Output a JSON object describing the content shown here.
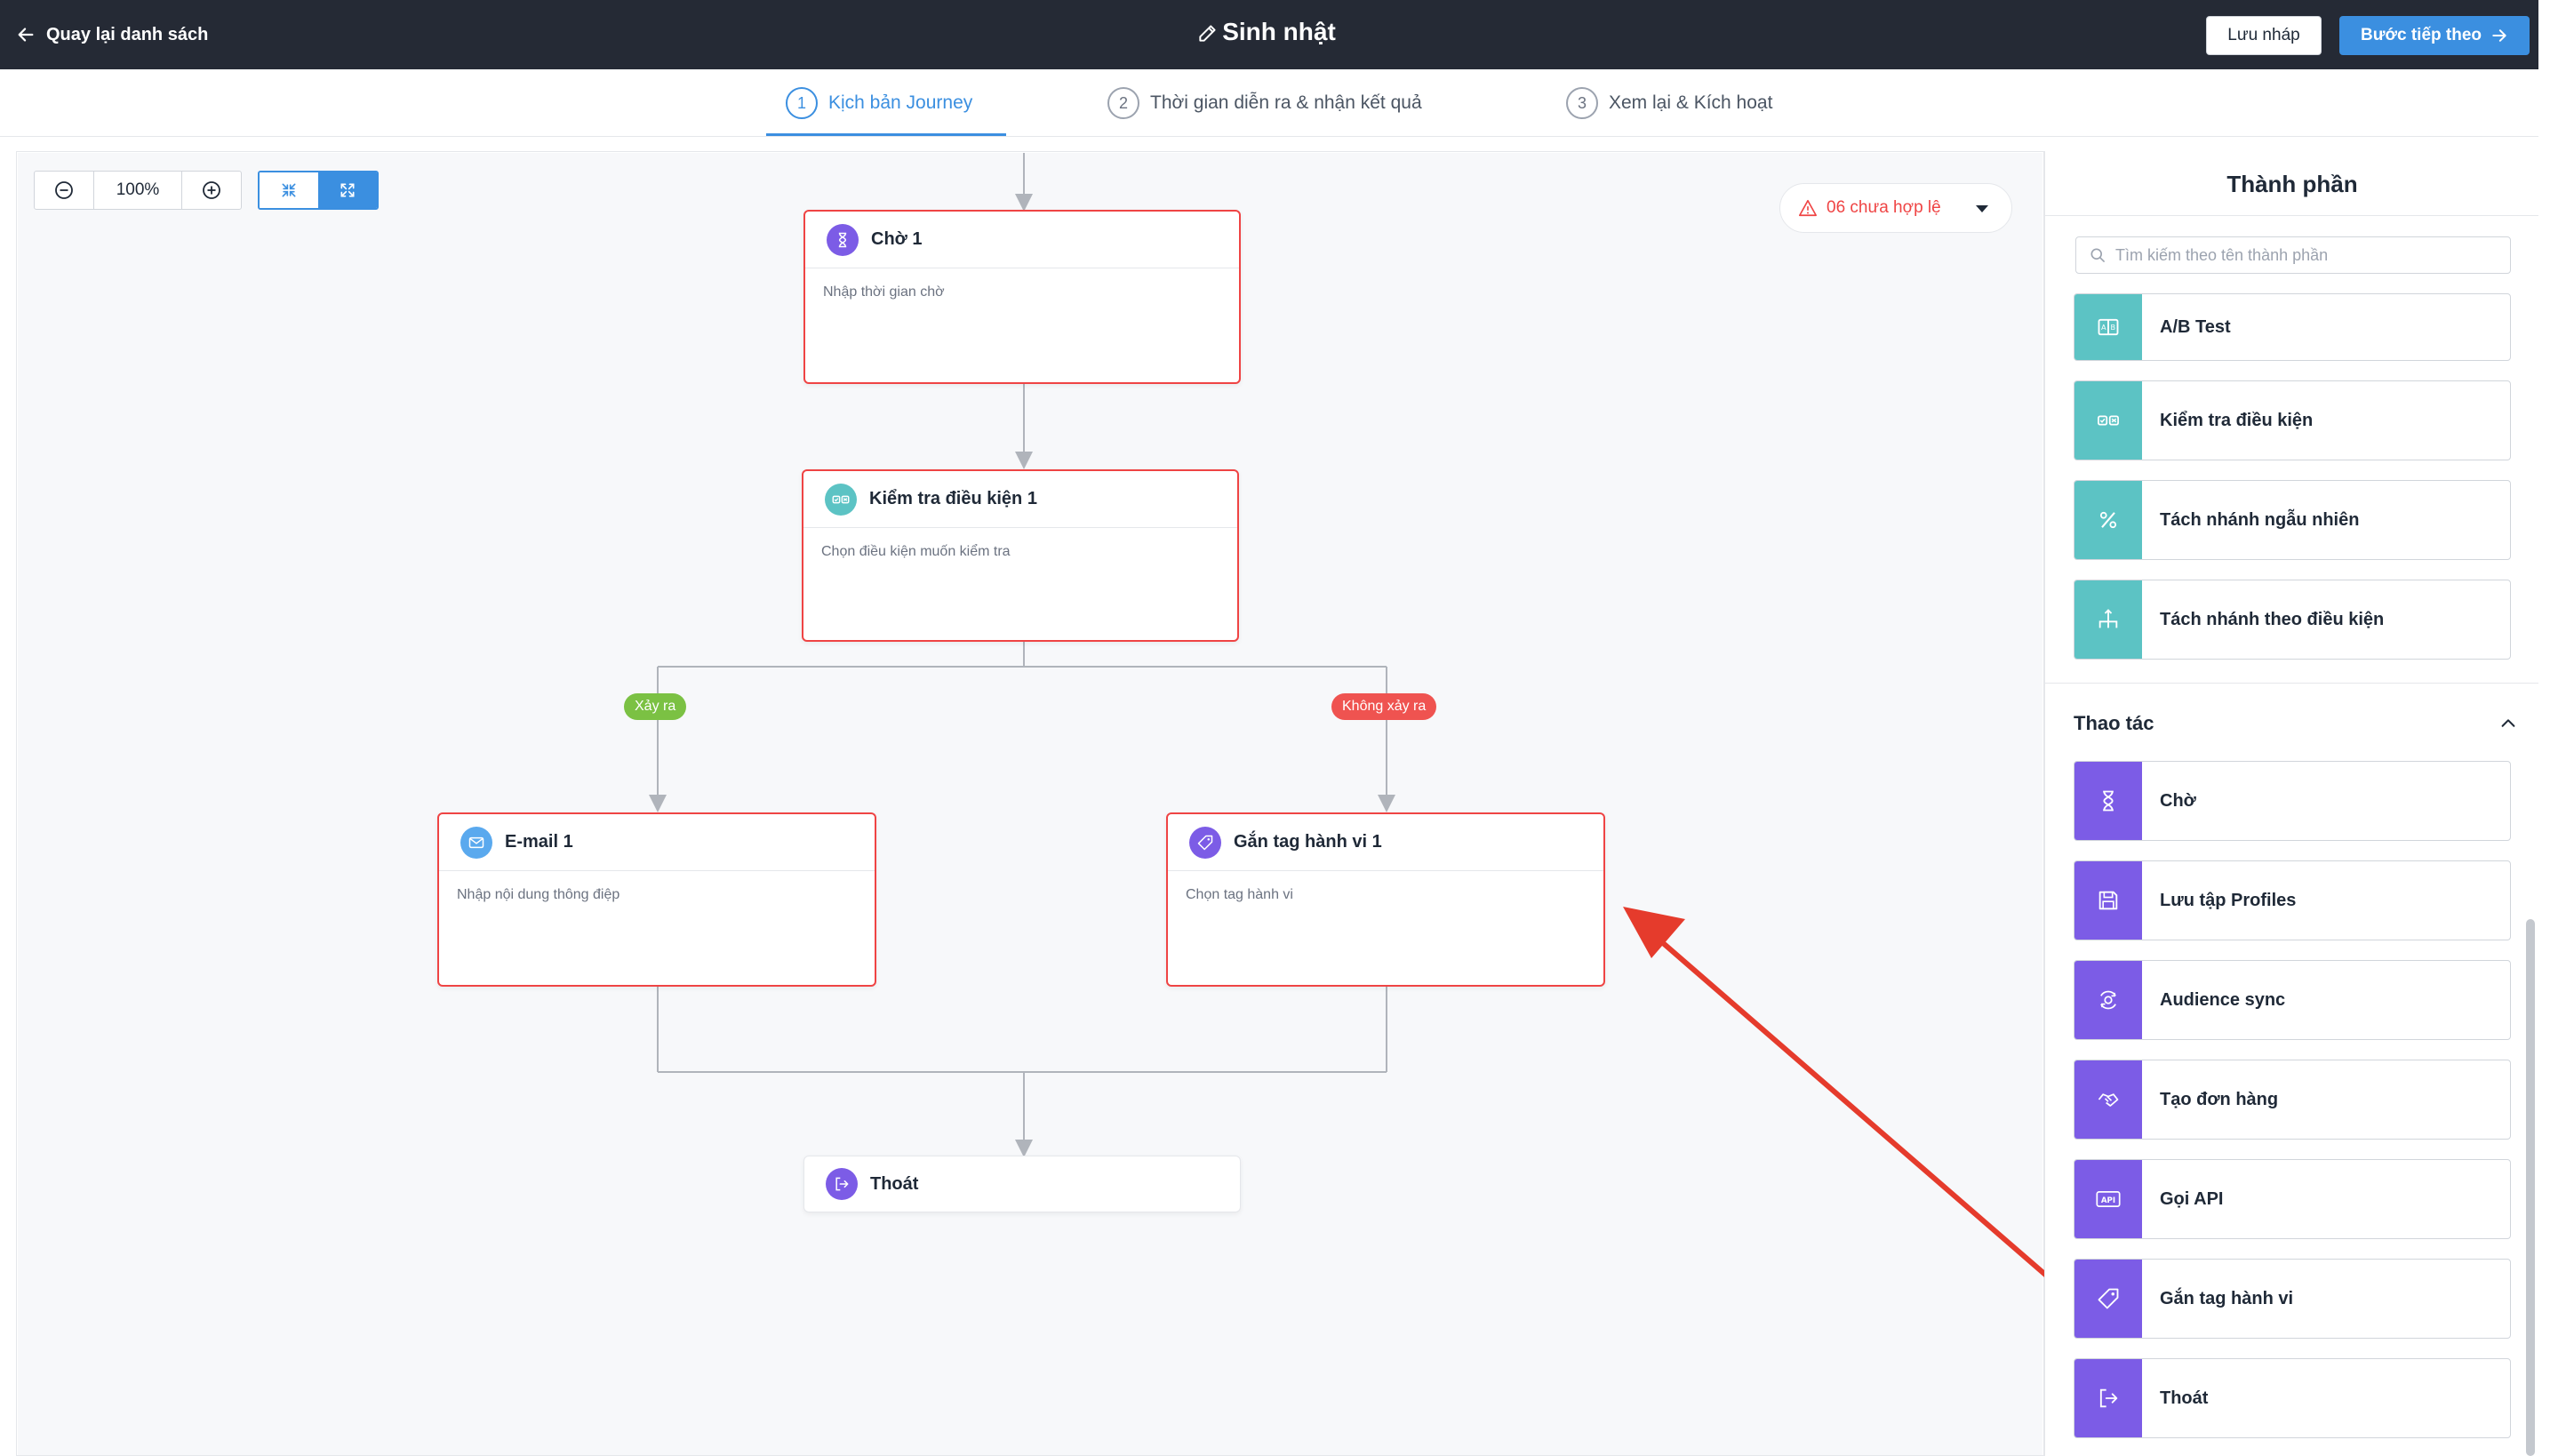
{
  "topbar": {
    "back_label": "Quay lại danh sách",
    "title": "Sinh nhật",
    "draft_label": "Lưu nháp",
    "next_label": "Bước tiếp theo"
  },
  "steps": [
    {
      "num": "1",
      "label": "Kịch bản Journey",
      "active": true
    },
    {
      "num": "2",
      "label": "Thời gian diễn ra & nhận kết quả",
      "active": false
    },
    {
      "num": "3",
      "label": "Xem lại & Kích hoạt",
      "active": false
    }
  ],
  "canvas": {
    "zoom": "100%",
    "invalid_label": "06 chưa hợp lệ",
    "nodes": {
      "wait": {
        "title": "Chờ 1",
        "body": "Nhập thời gian chờ"
      },
      "check": {
        "title": "Kiểm tra điều kiện 1",
        "body": "Chọn điều kiện muốn kiểm tra"
      },
      "email": {
        "title": "E-mail 1",
        "body": "Nhập nội dung thông điệp"
      },
      "tag": {
        "title": "Gắn tag hành vi 1",
        "body": "Chọn tag hành vi"
      },
      "exit": {
        "title": "Thoát"
      }
    },
    "branches": {
      "yes": "Xảy ra",
      "no": "Không xảy ra"
    }
  },
  "panel": {
    "title": "Thành phần",
    "search_placeholder": "Tìm kiếm theo tên thành phần",
    "logic_items": [
      "A/B Test",
      "Kiểm tra điều kiện",
      "Tách nhánh ngẫu nhiên",
      "Tách nhánh theo điều kiện"
    ],
    "actions_heading": "Thao tác",
    "action_items": [
      "Chờ",
      "Lưu tập Profiles",
      "Audience sync",
      "Tạo đơn hàng",
      "Gọi API",
      "Gắn tag hành vi",
      "Thoát"
    ]
  },
  "colors": {
    "topbar": "#252a35",
    "primary": "#3b8fe0",
    "error": "#ef4444",
    "teal": "#5cc3c4",
    "purple": "#7c5ce6",
    "yes_tag": "#7bc143",
    "no_tag": "#ef5350",
    "arrow": "#e53b2c"
  }
}
